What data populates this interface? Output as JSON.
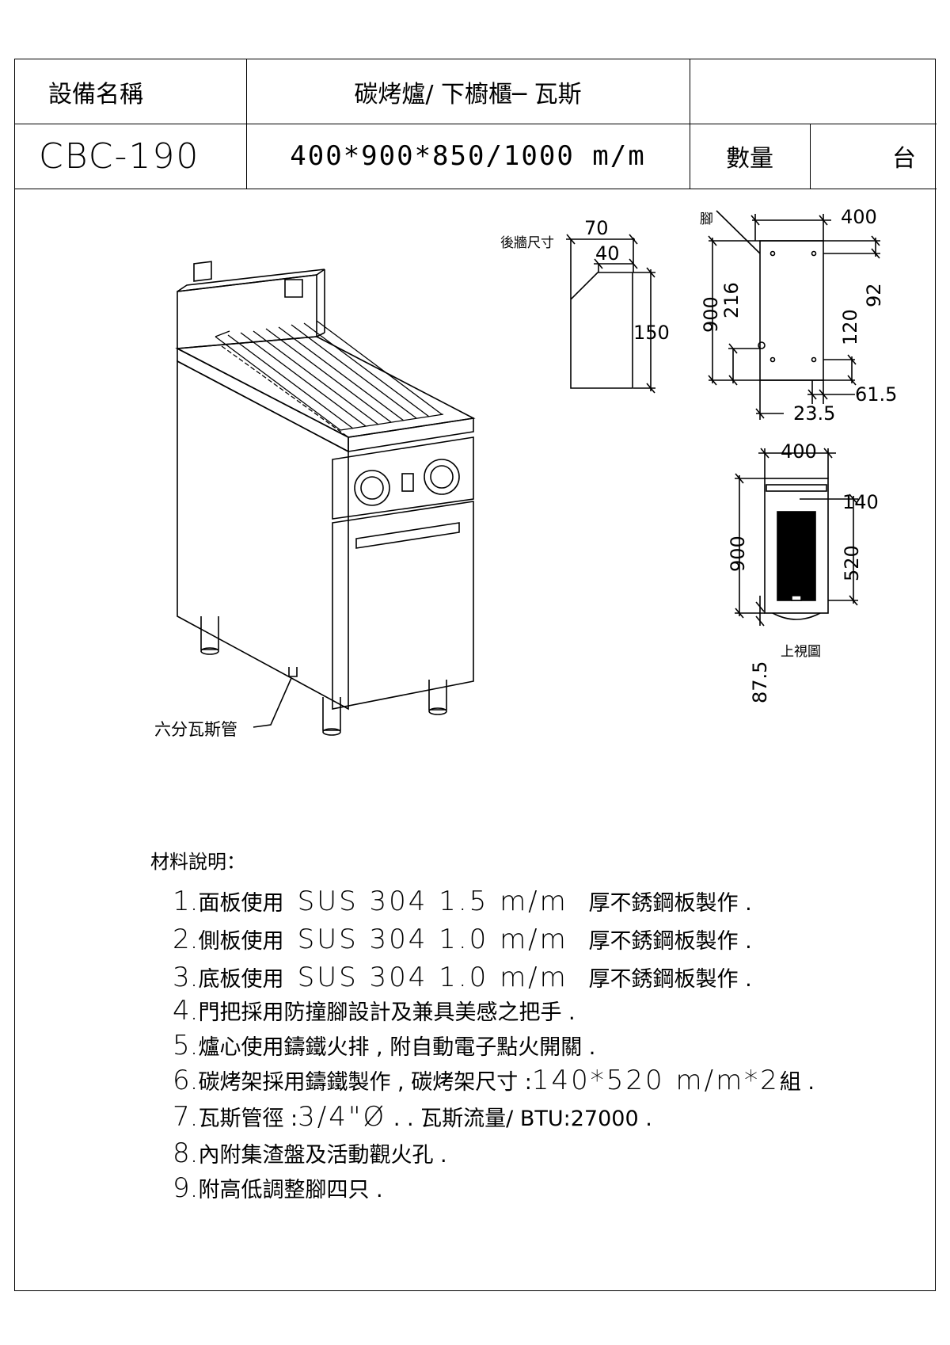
{
  "header": {
    "label_name": "設備名稱",
    "equipment_name": "碳烤爐/ 下櫥櫃─ 瓦斯",
    "model": "CBC-190",
    "dimensions": "400*900*850/1000 m/m",
    "label_qty": "數量",
    "unit": "台"
  },
  "drawing": {
    "gas_pipe_label": "六分瓦斯管",
    "backsplash_label": "後牆尺寸",
    "backsplash_dims": [
      "70",
      "40",
      "150"
    ],
    "leg_label": "腳",
    "side_dims": [
      "400",
      "900",
      "216",
      "92",
      "120",
      "61.5",
      "23.5"
    ],
    "top_dims": [
      "400",
      "140",
      "900",
      "520",
      "87.5"
    ],
    "top_view_label": "上視圖"
  },
  "materials": {
    "title": "材料說明：",
    "items": [
      {
        "num": "1.",
        "pre": "面板使用",
        "spec": "SUS  304  1.5  m/m",
        "post": "厚不銹鋼板製作 ."
      },
      {
        "num": "2.",
        "pre": "側板使用",
        "spec": "SUS  304  1.0  m/m",
        "post": "厚不銹鋼板製作 ."
      },
      {
        "num": "3.",
        "pre": "底板使用",
        "spec": "SUS  304  1.0  m/m",
        "post": "厚不銹鋼板製作 ."
      },
      {
        "num": "4.",
        "pre": "門把採用防撞腳設計及兼具美感之把手 .",
        "spec": "",
        "post": ""
      },
      {
        "num": "5.",
        "pre": "爐心使用鑄鐵火排 , 附自動電子點火開關 .",
        "spec": "",
        "post": ""
      },
      {
        "num": "6.",
        "pre": "碳烤架採用鑄鐵製作 , 碳烤架尺寸 :",
        "spec": "140*520  m/m*2",
        "post": "組 ."
      },
      {
        "num": "7.",
        "pre": "瓦斯管徑 :",
        "spec": "3/4\"Ø",
        "post": " . . 瓦斯流量/ BTU:27000 ."
      },
      {
        "num": "8.",
        "pre": "內附集渣盤及活動觀火孔 .",
        "spec": "",
        "post": ""
      },
      {
        "num": "9.",
        "pre": "附高低調整腳四只 .",
        "spec": "",
        "post": ""
      }
    ]
  }
}
